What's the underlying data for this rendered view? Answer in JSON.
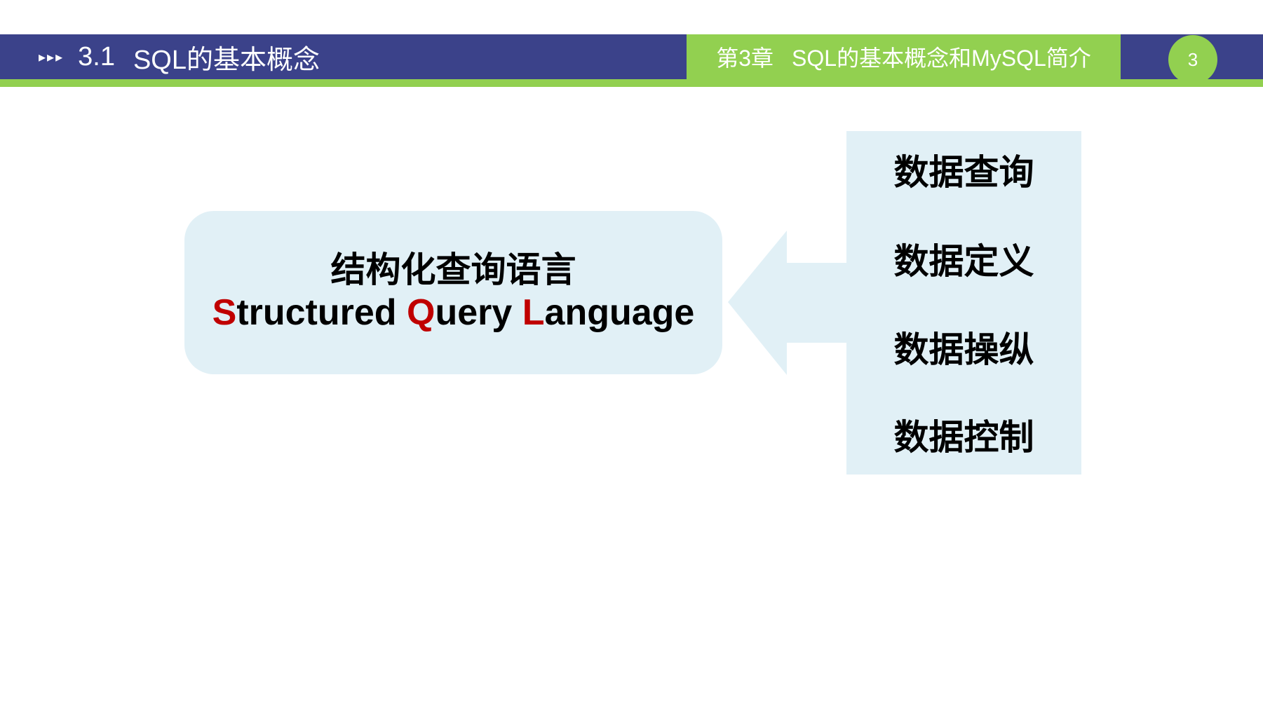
{
  "header": {
    "arrows": "▸▸▸",
    "section_number": "3.1",
    "section_title": "SQL的基本概念",
    "chapter_label": "第3章",
    "chapter_title": "SQL的基本概念和MySQL简介",
    "page_number": "3"
  },
  "main": {
    "title_cn": "结构化查询语言",
    "title_en": {
      "s_cap": "S",
      "s_rest": "tructured",
      "q_cap": "Q",
      "q_rest": "uery",
      "l_cap": "L",
      "l_rest": "anguage"
    }
  },
  "functions": [
    {
      "label": "数据查询"
    },
    {
      "label": "数据定义"
    },
    {
      "label": "数据操纵"
    },
    {
      "label": "数据控制"
    }
  ],
  "colors": {
    "header_blue": "#3b428a",
    "accent_green": "#92d050",
    "panel_fill": "#e1f0f6",
    "highlight_red": "#c00000"
  }
}
